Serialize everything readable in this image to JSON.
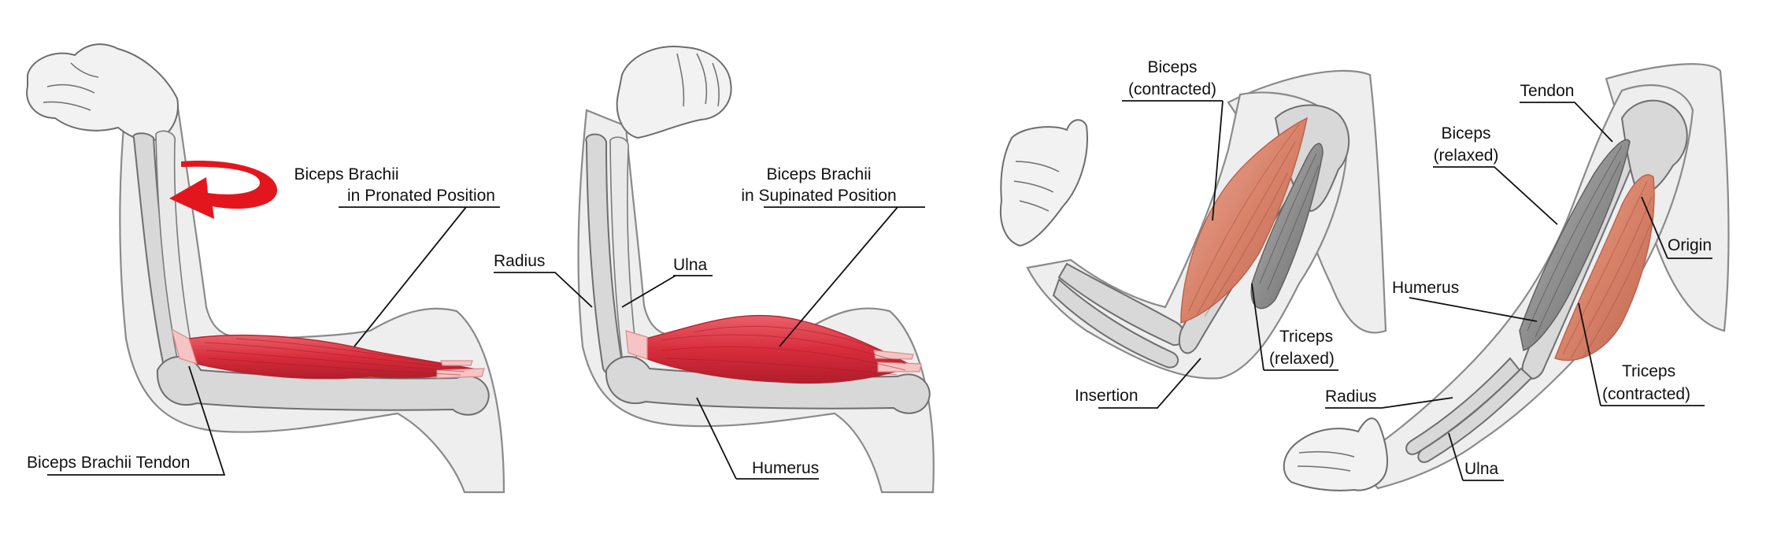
{
  "figures": [
    {
      "id": "pronated",
      "labels": {
        "biceps_line1": "Biceps Brachii",
        "biceps_line2": "in Pronated Position",
        "tendon": "Biceps Brachii Tendon"
      }
    },
    {
      "id": "supinated",
      "labels": {
        "biceps_line1": "Biceps Brachii",
        "biceps_line2_prefix": "in ",
        "biceps_line2_underlined": "Supinated Position",
        "radius": "Radius",
        "ulna": "Ulna",
        "humerus": "Humerus"
      }
    },
    {
      "id": "flexed",
      "labels": {
        "biceps_line1": "Biceps",
        "biceps_line2": "(contracted)",
        "triceps_line1": "Triceps",
        "triceps_line2": "(relaxed)",
        "insertion": "Insertion"
      }
    },
    {
      "id": "extended",
      "labels": {
        "tendon": "Tendon",
        "biceps_line1": "Biceps",
        "biceps_line2": "(relaxed)",
        "origin": "Origin",
        "humerus": "Humerus",
        "radius": "Radius",
        "triceps_line1": "Triceps",
        "triceps_line2": "(contracted)",
        "ulna": "Ulna"
      }
    }
  ],
  "colors": {
    "biceps_red": "#d92d3c",
    "muscle_salmon": "#d9826a",
    "arrow_red": "#e3161e",
    "skin_fill": "#eeeeee",
    "outline": "#8a8a8a"
  }
}
